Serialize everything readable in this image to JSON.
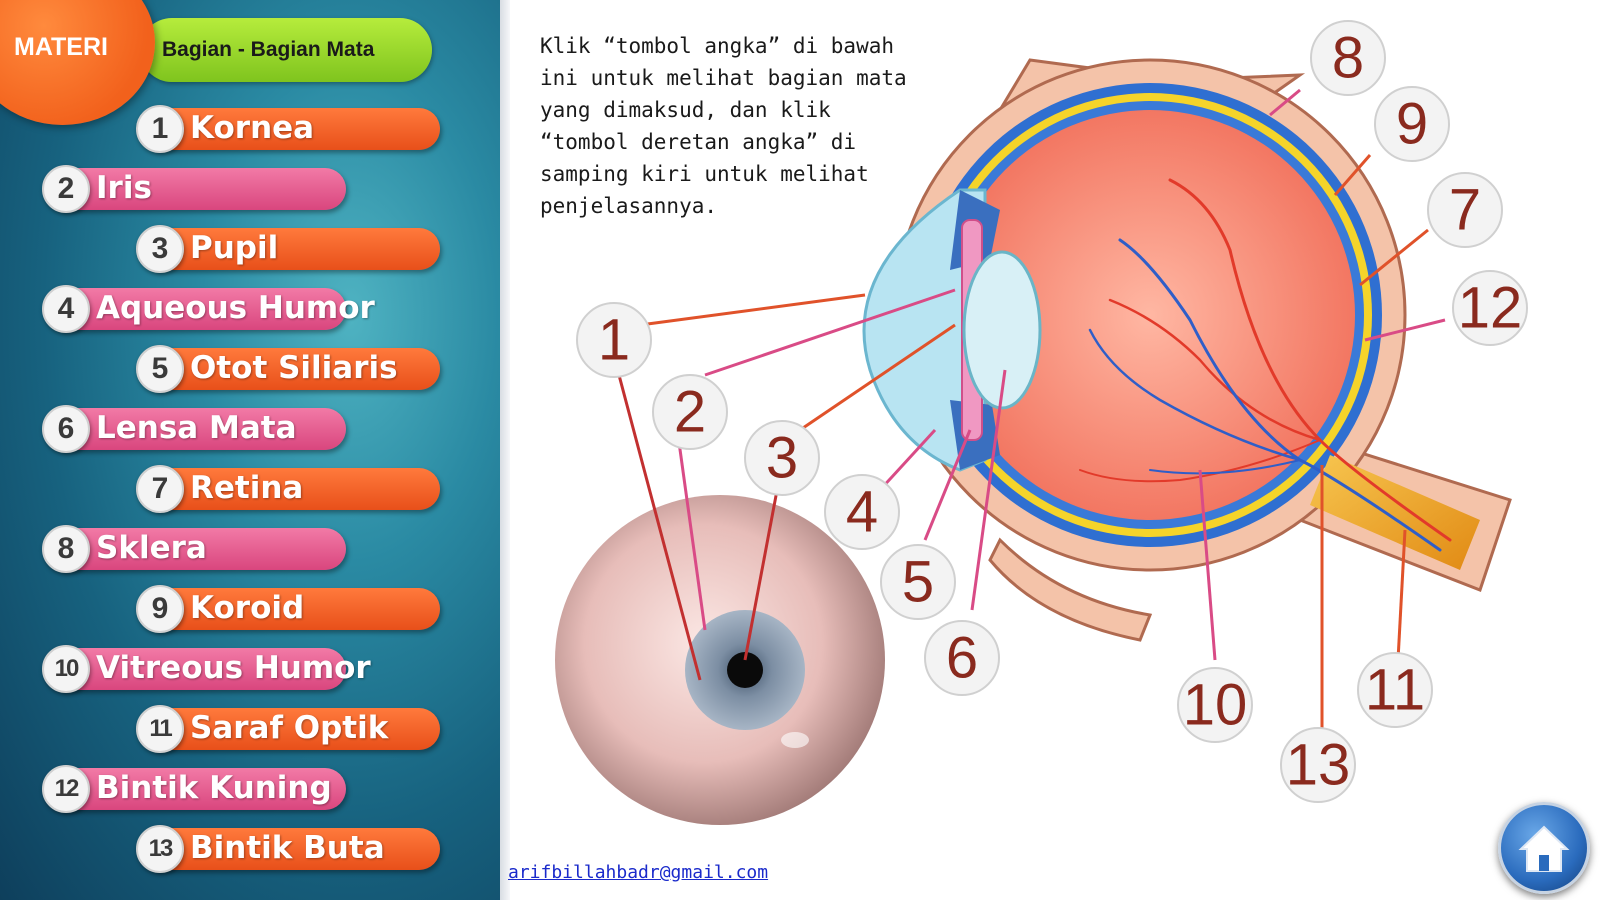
{
  "header": {
    "badge_label": "MATERI",
    "topic_label": "Bagian - Bagian Mata"
  },
  "menu": {
    "items": [
      {
        "num": "1",
        "label": "Kornea",
        "color": "orange"
      },
      {
        "num": "2",
        "label": "Iris",
        "color": "pink"
      },
      {
        "num": "3",
        "label": "Pupil",
        "color": "orange"
      },
      {
        "num": "4",
        "label": "Aqueous Humor",
        "color": "pink"
      },
      {
        "num": "5",
        "label": "Otot Siliaris",
        "color": "orange"
      },
      {
        "num": "6",
        "label": "Lensa Mata",
        "color": "pink"
      },
      {
        "num": "7",
        "label": "Retina",
        "color": "orange"
      },
      {
        "num": "8",
        "label": "Sklera",
        "color": "pink"
      },
      {
        "num": "9",
        "label": "Koroid",
        "color": "orange"
      },
      {
        "num": "10",
        "label": "Vitreous Humor",
        "color": "pink"
      },
      {
        "num": "11",
        "label": "Saraf Optik",
        "color": "orange"
      },
      {
        "num": "12",
        "label": "Bintik Kuning",
        "color": "pink"
      },
      {
        "num": "13",
        "label": "Bintik Buta",
        "color": "orange"
      }
    ]
  },
  "instructions": "Klik “tombol angka” di bawah\nini untuk melihat bagian mata\nyang dimaksud, dan klik\n“tombol deretan angka” di\nsamping kiri untuk melihat\npenjelasannya.",
  "diagram": {
    "callouts": [
      "1",
      "2",
      "3",
      "4",
      "5",
      "6",
      "7",
      "8",
      "9",
      "10",
      "11",
      "12",
      "13"
    ]
  },
  "footer": {
    "email": "arifbillahbadr@gmail.com"
  },
  "icons": {
    "home": "home-icon"
  },
  "colors": {
    "orange": "#e8501a",
    "pink": "#d9467e",
    "green": "#8fd22a",
    "number_text": "#8a2a1e"
  }
}
